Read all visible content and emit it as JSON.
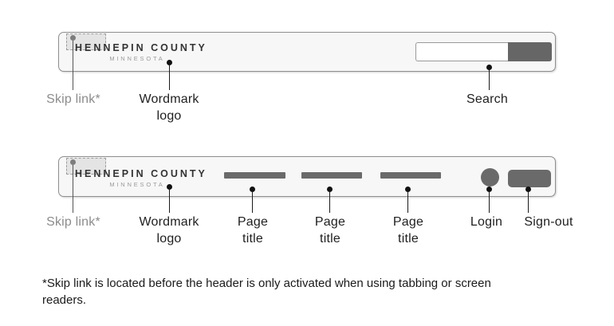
{
  "colors": {
    "header_bg": "#f7f7f7",
    "header_border": "#8f8f8f",
    "skip_box_bg": "#e4e4e4",
    "placeholder_gray": "#6a6a6a",
    "search_button_gray": "#666666",
    "wordmark_dark": "#333333",
    "wordmark_gray": "#9a9a9a",
    "label_dark": "#1f1f1f",
    "label_muted": "#8c8c8c"
  },
  "wordmark": {
    "title": "HENNEPIN COUNTY",
    "subtitle": "MINNESOTA"
  },
  "search_header": {
    "search_input": {
      "value": "",
      "placeholder": ""
    }
  },
  "callouts": {
    "row1": [
      {
        "label": "Skip link*"
      },
      {
        "label": "Wordmark\nlogo"
      },
      {
        "label": "Search"
      }
    ],
    "row2": [
      {
        "label": "Skip link*"
      },
      {
        "label": "Wordmark\nlogo"
      },
      {
        "label": "Page\ntitle"
      },
      {
        "label": "Page\ntitle"
      },
      {
        "label": "Page\ntitle"
      },
      {
        "label": "Login"
      },
      {
        "label": "Sign-out"
      }
    ]
  },
  "footnote": {
    "lines": [
      "*Skip link is located before the header is only activated when using tabbing or screen",
      "readers."
    ]
  }
}
